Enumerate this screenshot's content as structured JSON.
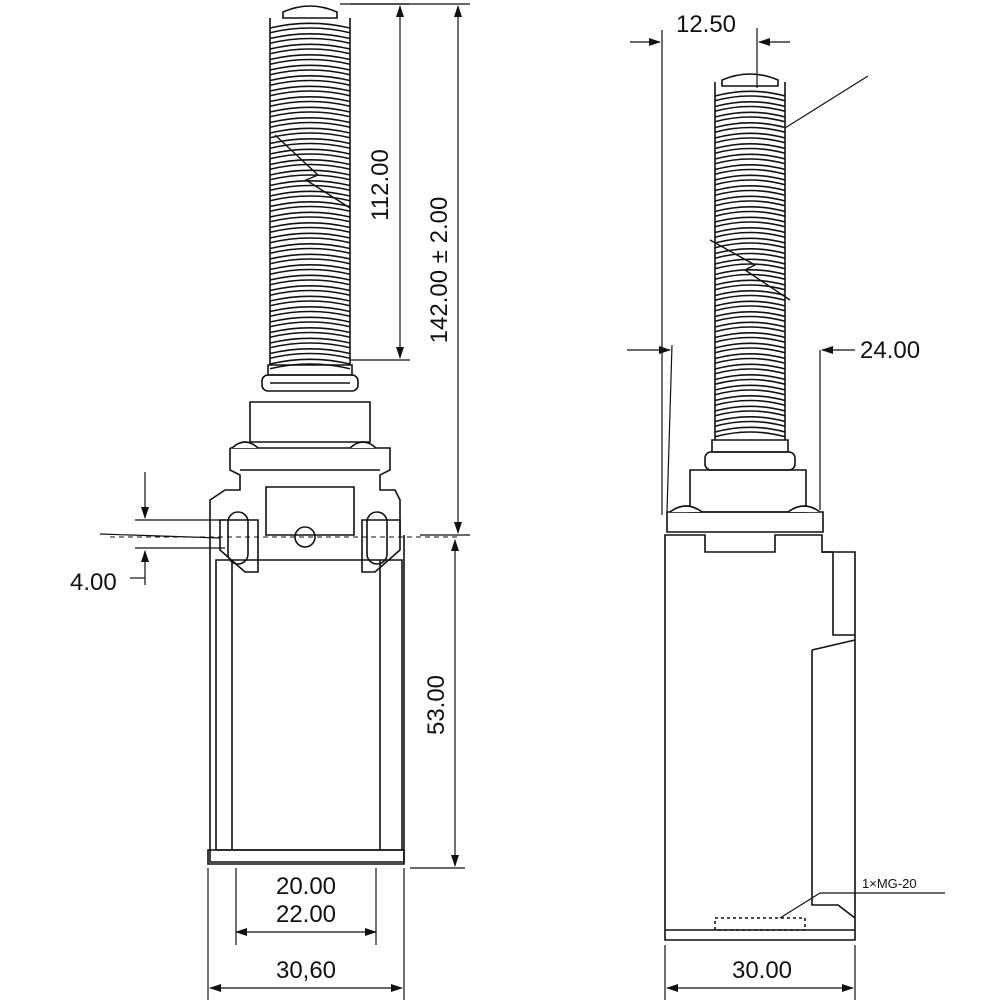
{
  "colors": {
    "line": "#111111",
    "background": "#ffffff"
  },
  "dimensions": {
    "spring_length": "112.00",
    "total_height": "142.00 ± 2.00",
    "slot_offset": "4.00",
    "body_height": "53.00",
    "hole_spacing_inner": "20.00",
    "hole_spacing_outer": "22.00",
    "body_width_front": "30,60",
    "rod_diameter": "12.50",
    "bushing_width": "24.00",
    "body_depth_side": "30.00"
  },
  "labels": {
    "conduit_entry": "1×MG-20"
  }
}
